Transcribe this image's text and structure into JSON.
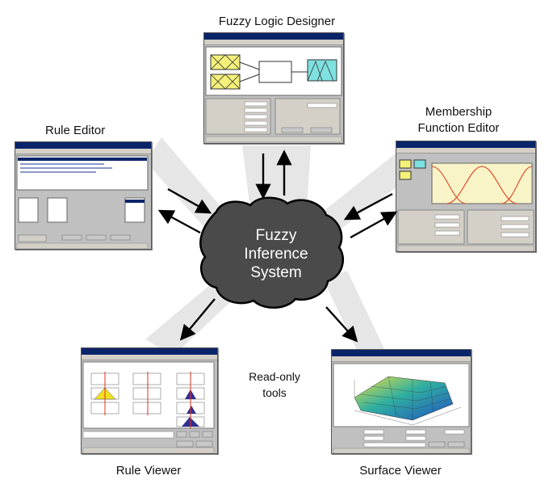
{
  "labels": {
    "fuzzy_logic_designer": "Fuzzy Logic Designer",
    "membership_function_editor_line1": "Membership",
    "membership_function_editor_line2": "Function Editor",
    "rule_editor": "Rule Editor",
    "rule_viewer": "Rule Viewer",
    "surface_viewer": "Surface Viewer",
    "read_only_line1": "Read-only",
    "read_only_line2": "tools"
  },
  "center": {
    "line1": "Fuzzy",
    "line2": "Inference",
    "line3": "System"
  },
  "colors": {
    "cloud_fill": "#4a4a4a",
    "cloud_text": "#ffffff",
    "spoke": "#e4e4e4",
    "window_bg": "#c0c0c0",
    "titlebar": "#0a246a",
    "input_block": "#f4f07a",
    "output_block": "#7fe0e0",
    "mf_plot_bg": "#f8f4c8",
    "mf_curve": "#e05030",
    "rule_fill_yellow": "#f0e020",
    "rule_fill_blue": "#303090",
    "rule_line": "#e03020"
  }
}
